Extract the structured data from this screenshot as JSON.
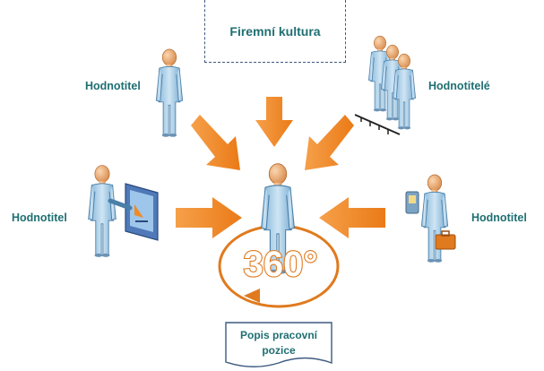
{
  "culture_box": {
    "title": "Firemní kultura"
  },
  "evaluators": {
    "top_left": "Hodnotitel",
    "top_right": "Hodnotitelé",
    "middle_left": "Hodnotitel",
    "middle_right": "Hodnotitel"
  },
  "center": {
    "badge": "360°"
  },
  "document": {
    "line1": "Popis pracovní",
    "line2": "pozice"
  },
  "colors": {
    "arrow": "#f08a24",
    "figure_fill": "#a9cde6",
    "figure_stroke": "#4a7fa8",
    "head": "#f1b57d",
    "label": "#1f6f72",
    "ring": "#e07a1e"
  }
}
